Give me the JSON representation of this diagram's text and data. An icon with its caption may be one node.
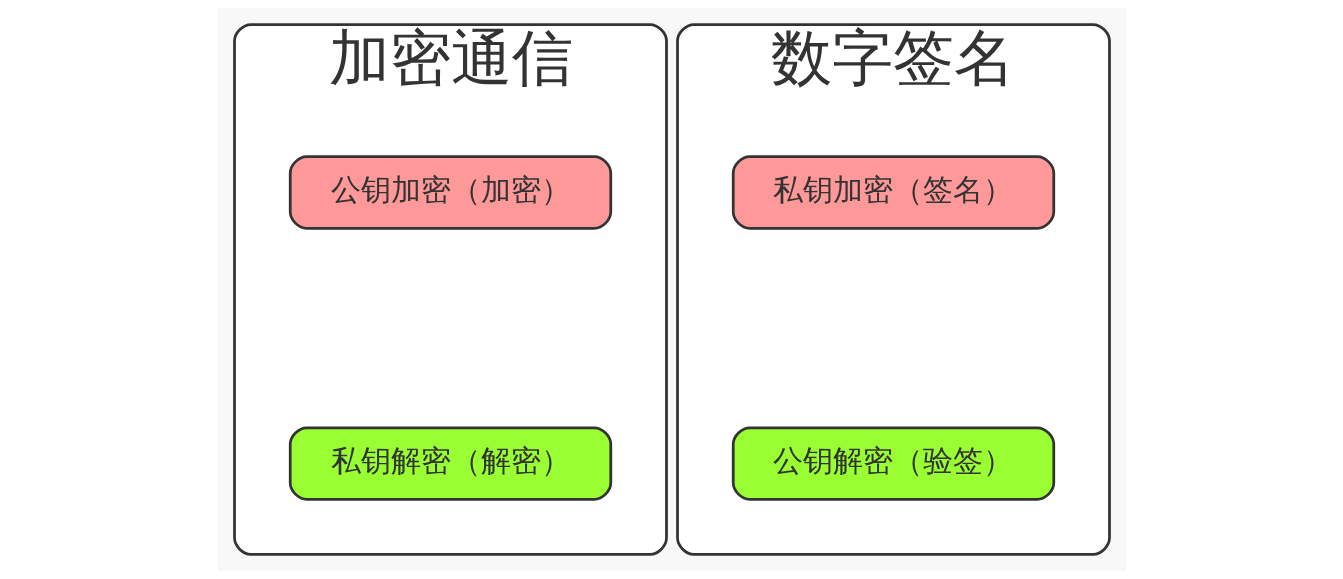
{
  "diagram": {
    "nodes": [
      {
        "text": [
          "加密通信"
        ]
      },
      {
        "text": [
          "公钥加密（加密）"
        ],
        "in": 0
      },
      {
        "text": [
          "私钥解密（解密）"
        ],
        "in": 0
      },
      {
        "text": [
          "数字签名"
        ]
      },
      {
        "text": [
          "私钥加密（签名）"
        ],
        "in": 3
      },
      {
        "text": [
          "公钥解密（验签）"
        ],
        "in": 3
      }
    ]
  }
}
